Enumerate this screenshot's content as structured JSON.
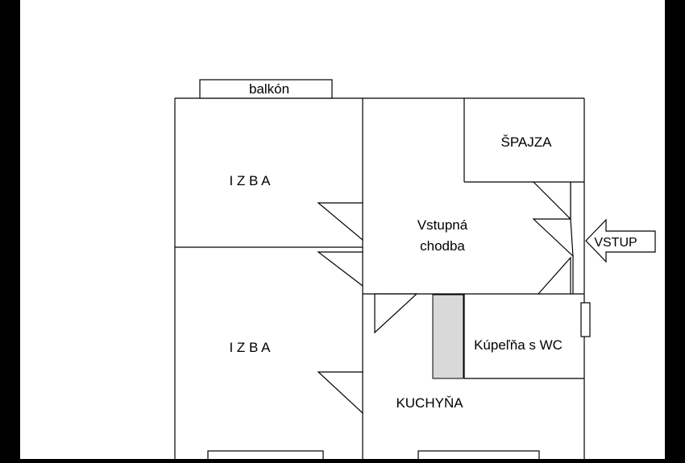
{
  "plan": {
    "colors": {
      "background": "#ffffff",
      "frame": "#000000",
      "line": "#000000",
      "fixture_fill": "#d9d9d9"
    },
    "labels": {
      "balcony": "balkón",
      "room_top": "I Z B A",
      "room_bottom": "I Z B A",
      "pantry": "ŠPAJZA",
      "hall_line1": "Vstupná",
      "hall_line2": "chodba",
      "entrance": "VSTUP",
      "bathroom": "Kúpeľňa s WC",
      "kitchen": "KUCHYŇA"
    }
  }
}
